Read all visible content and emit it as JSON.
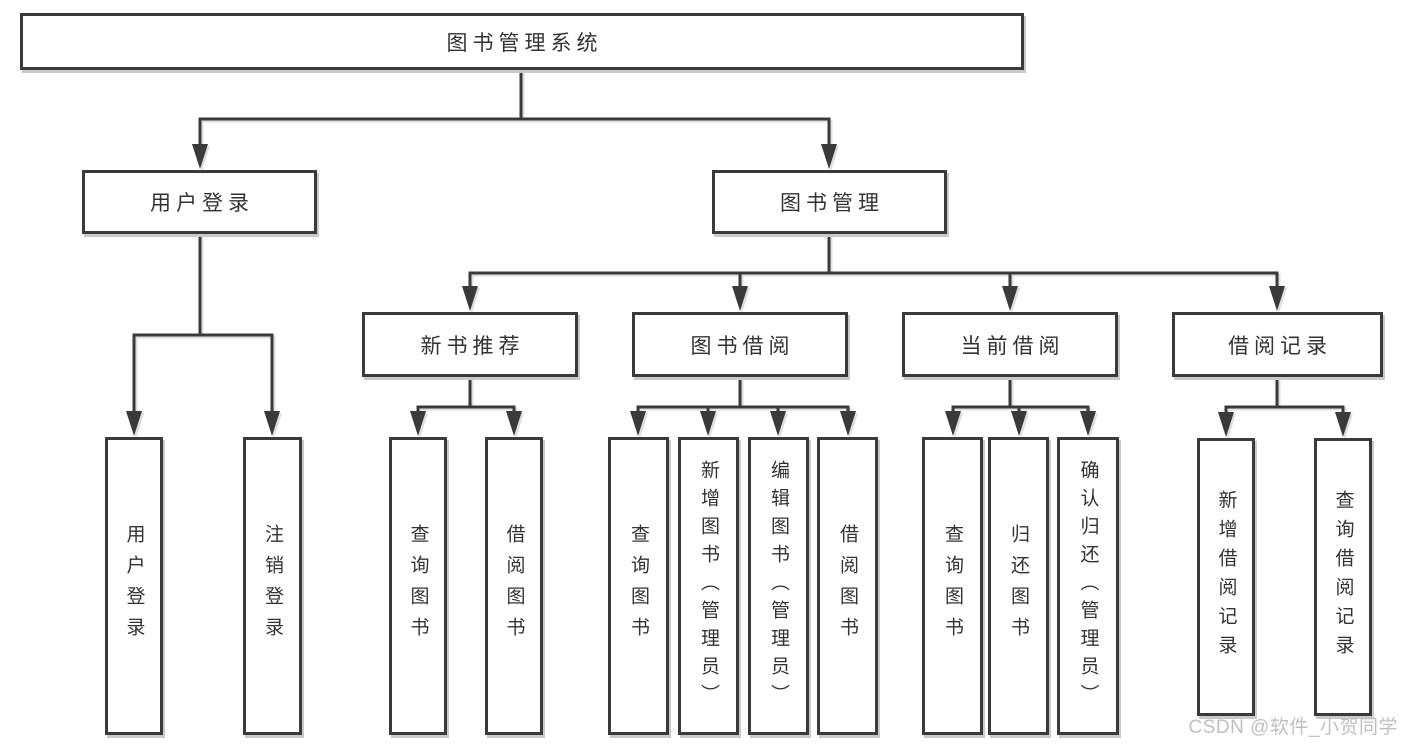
{
  "tree": {
    "root": {
      "label": "图书管理系统",
      "children": [
        {
          "label": "用户登录",
          "children": [
            {
              "label": "用户登录"
            },
            {
              "label": "注销登录"
            }
          ]
        },
        {
          "label": "图书管理",
          "children": [
            {
              "label": "新书推荐",
              "children": [
                {
                  "label": "查询图书"
                },
                {
                  "label": "借阅图书"
                }
              ]
            },
            {
              "label": "图书借阅",
              "children": [
                {
                  "label": "查询图书"
                },
                {
                  "label": "新增图书（管理员）"
                },
                {
                  "label": "编辑图书（管理员）"
                },
                {
                  "label": "借阅图书"
                }
              ]
            },
            {
              "label": "当前借阅",
              "children": [
                {
                  "label": "查询图书"
                },
                {
                  "label": "归还图书"
                },
                {
                  "label": "确认归还（管理员）"
                }
              ]
            },
            {
              "label": "借阅记录",
              "children": [
                {
                  "label": "新增借阅记录"
                },
                {
                  "label": "查询借阅记录"
                }
              ]
            }
          ]
        }
      ]
    }
  },
  "watermark": {
    "text": "CSDN @软件_小贺同学"
  },
  "colors": {
    "line": "#3a3a3a",
    "box_border": "#3a3a3a",
    "text": "#333333",
    "shadow": "#c9c9c9",
    "watermark": "#bfbfbf"
  }
}
